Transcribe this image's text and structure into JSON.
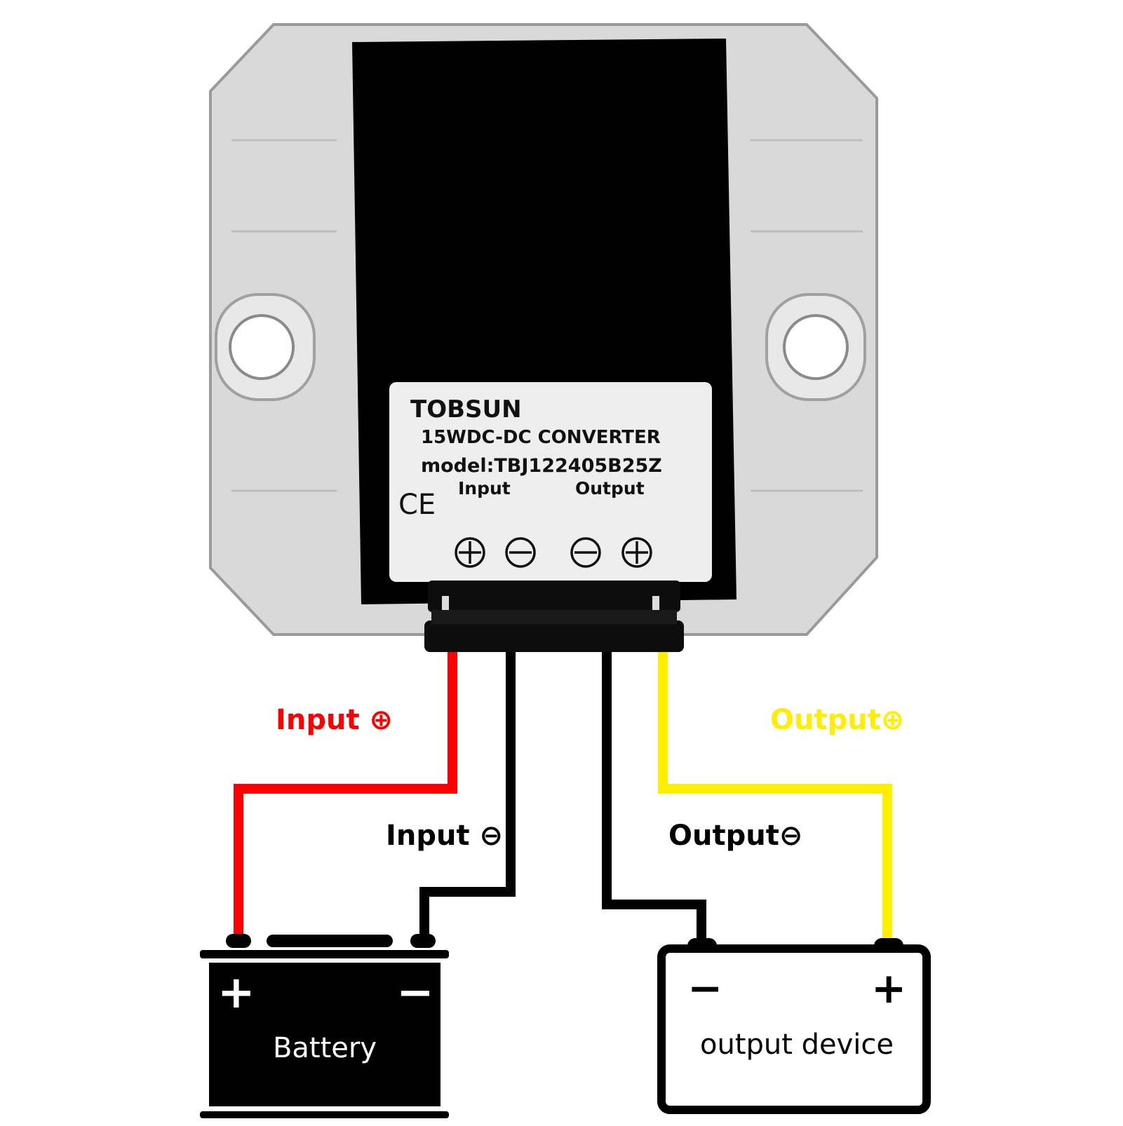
{
  "colors": {
    "housing": "#d9d9d9",
    "housing_edge": "#9a9a9a",
    "body": "#000000",
    "label_bg": "#eeeeee",
    "wire_red": "#ff0000",
    "wire_black": "#000000",
    "wire_yellow": "#ffee00",
    "text_red": "#ff0000",
    "text_yellow": "#ffee00",
    "text_black": "#000000"
  },
  "module": {
    "brand": "TOBSUN",
    "product": "15WDC-DC CONVERTER",
    "model": "model:TBJ122405B25Z",
    "ce_mark": "CE",
    "terminal_input_label": "Input",
    "terminal_output_label": "Output",
    "terminal_symbols": [
      "⊕",
      "⊖",
      "⊖",
      "⊕"
    ]
  },
  "wire_labels": {
    "input_positive": "Input ⊕",
    "input_negative": "Input ⊖",
    "output_positive": "Output⊕",
    "output_negative": "Output⊖"
  },
  "battery": {
    "name": "Battery",
    "plus": "+",
    "minus": "−"
  },
  "output_device": {
    "name": "output device",
    "plus": "+",
    "minus": "−"
  }
}
